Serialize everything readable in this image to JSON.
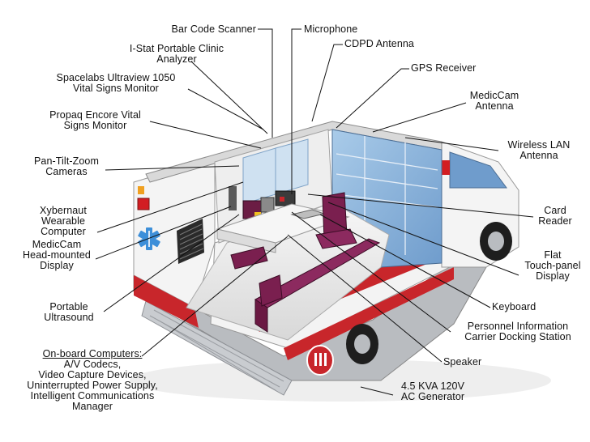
{
  "labels": {
    "bar_code_scanner": [
      "Bar Code Scanner"
    ],
    "microphone": [
      "Microphone"
    ],
    "cdpd_antenna": [
      "CDPD Antenna"
    ],
    "istat_analyzer": [
      "I-Stat Portable Clinic",
      "Analyzer"
    ],
    "gps_receiver": [
      "GPS Receiver"
    ],
    "spacelabs_monitor": [
      "Spacelabs Ultraview 1050",
      "Vital Signs Monitor"
    ],
    "mediccam_antenna": [
      "MedicCam",
      "Antenna"
    ],
    "propaq_monitor": [
      "Propaq Encore Vital",
      "Signs Monitor"
    ],
    "wireless_lan_antenna": [
      "Wireless LAN",
      "Antenna"
    ],
    "ptz_cameras": [
      "Pan-Tilt-Zoom",
      "Cameras"
    ],
    "xybernaut_computer": [
      "Xybernaut",
      "Wearable",
      "Computer"
    ],
    "card_reader": [
      "Card",
      "Reader"
    ],
    "flat_touch_panel": [
      "Flat",
      "Touch-panel",
      "Display"
    ],
    "mediccam_head_display": [
      "MedicCam",
      "Head-mounted",
      "Display"
    ],
    "portable_ultrasound": [
      "Portable",
      "Ultrasound"
    ],
    "keyboard": [
      "Keyboard"
    ],
    "personnel_docking": [
      "Personnel Information",
      "Carrier Docking Station"
    ],
    "onboard_computers": [
      "On-board Computers:",
      "A/V Codecs,",
      "Video Capture Devices,",
      "Uninterrupted Power Supply,",
      "Intelligent Communications",
      "Manager"
    ],
    "speaker": [
      "Speaker"
    ],
    "generator": [
      "4.5 KVA 120V",
      "AC Generator"
    ]
  },
  "colors": {
    "ambulance_red": "#c8262b",
    "interior_purple": "#7a1f4f",
    "window_blue": "#8fb7dc",
    "body_white": "#f4f4f4",
    "steel_gray": "#b9bcc0"
  }
}
